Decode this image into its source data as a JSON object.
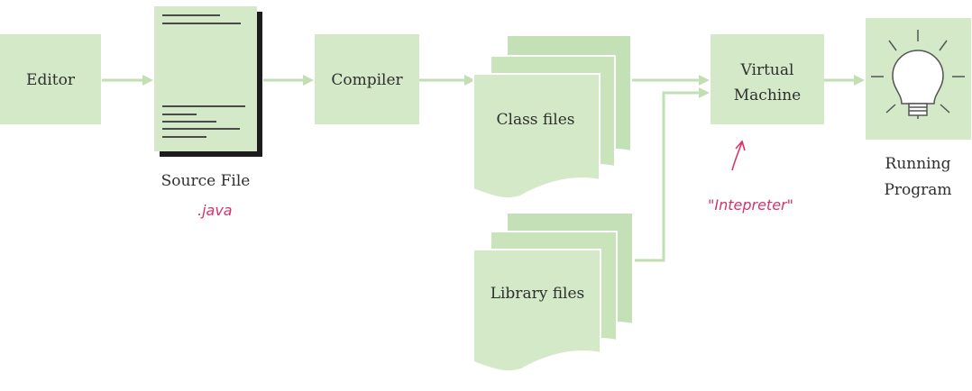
{
  "diagram": {
    "nodes": {
      "editor": "Editor",
      "source_file": "Source File",
      "compiler": "Compiler",
      "class_files": "Class files",
      "library_files": "Library files",
      "vm_line1": "Virtual",
      "vm_line2": "Machine",
      "running_line1": "Running",
      "running_line2": "Program"
    },
    "annotations": {
      "java": ".java",
      "interpreter": "\"Intepreter\""
    }
  },
  "colors": {
    "box_fill": "#d3e9c7",
    "box_fill_dark": "#bfdcb0",
    "arrow": "#c2dfb4",
    "ink": "#2f2f2f",
    "annotation": "#d6336c"
  },
  "icons": [
    "document-icon",
    "light-bulb-icon",
    "stacked-pages-icon"
  ]
}
